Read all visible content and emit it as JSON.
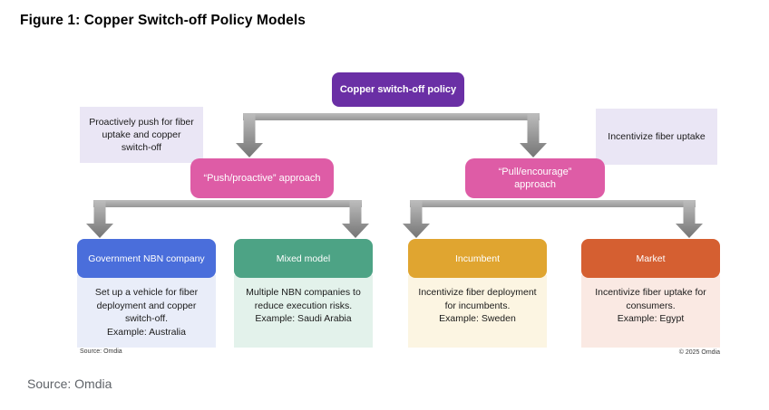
{
  "figure": {
    "title": "Figure 1: Copper Switch-off Policy Models",
    "root": {
      "label": "Copper switch-off policy",
      "color": "#6A2FA5"
    },
    "side_notes": {
      "left": "Proactively push for fiber uptake and copper switch-off",
      "right": "Incentivize fiber uptake",
      "background": "#EAE6F5"
    },
    "branches": [
      {
        "label": "“Push/proactive” approach",
        "color": "#DE5CA6"
      },
      {
        "label": "“Pull/encourage” approach",
        "color": "#DE5CA6"
      }
    ],
    "models": [
      {
        "label": "Government NBN company",
        "color": "#4A6EDB",
        "tint": "#E9EDF9",
        "description": "Set up a vehicle for fiber deployment and copper switch-off.",
        "example": "Example: Australia"
      },
      {
        "label": "Mixed model",
        "color": "#4DA385",
        "tint": "#E3F2EB",
        "description": "Multiple NBN companies to reduce execution risks.",
        "example": "Example: Saudi Arabia"
      },
      {
        "label": "Incumbent",
        "color": "#E0A530",
        "tint": "#FCF5E2",
        "description": "Incentivize fiber deployment for incumbents.",
        "example": "Example: Sweden"
      },
      {
        "label": "Market",
        "color": "#D55F31",
        "tint": "#FAE9E3",
        "description": "Incentivize fiber uptake for consumers.",
        "example": "Example: Egypt"
      }
    ],
    "connector_color": "#A8A8A8",
    "source_small": "Source: Omdia",
    "copyright": "© 2025 Omdia",
    "source_caption": "Source: Omdia"
  }
}
